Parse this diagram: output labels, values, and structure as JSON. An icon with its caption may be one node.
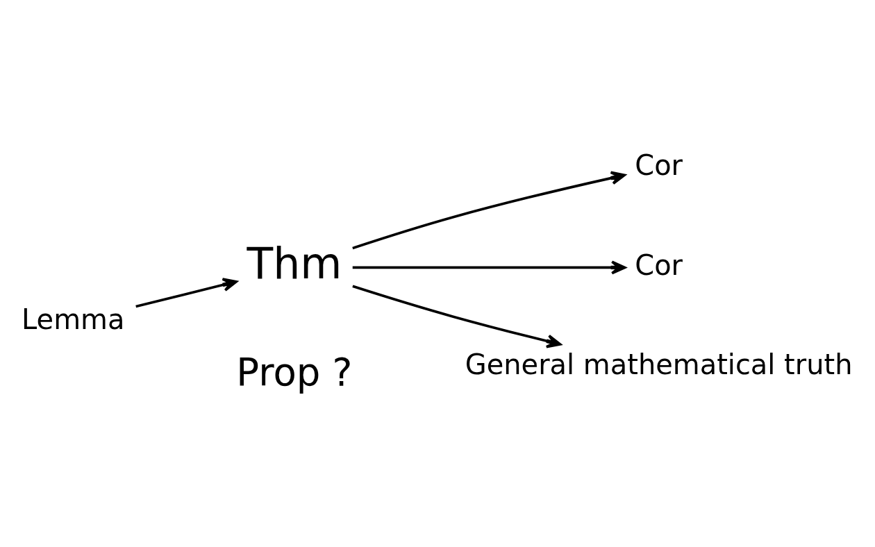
{
  "diagram": {
    "nodes": [
      {
        "text": [
          "Lemma"
        ]
      },
      {
        "text": [
          "Thm"
        ]
      },
      {
        "text": [
          "Cor"
        ]
      },
      {
        "text": [
          "Cor"
        ]
      },
      {
        "text": [
          "General mathematical truth"
        ]
      }
    ],
    "edges": [
      {
        "from": 0,
        "to": 1,
        "arrow": "to"
      },
      {
        "from": 1,
        "to": 2,
        "arrow": "to"
      },
      {
        "from": 1,
        "to": 3,
        "arrow": "to"
      },
      {
        "from": 1,
        "to": 4,
        "arrow": "to"
      }
    ],
    "labels": [
      "Prop ?"
    ]
  }
}
